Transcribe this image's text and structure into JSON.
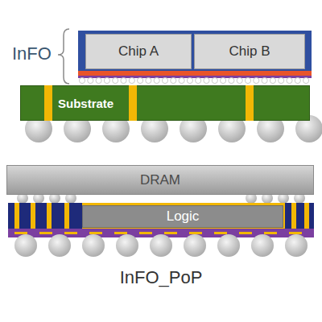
{
  "diagram": {
    "caption": "InFO_PoP",
    "nodes": [
      {
        "text": [
          "Chip A"
        ]
      },
      {
        "text": [
          "Chip B"
        ]
      },
      {
        "text": [
          "Substrate"
        ]
      },
      {
        "text": [
          "DRAM"
        ]
      },
      {
        "text": [
          "Logic"
        ]
      }
    ],
    "labels": [
      "InFO"
    ]
  }
}
